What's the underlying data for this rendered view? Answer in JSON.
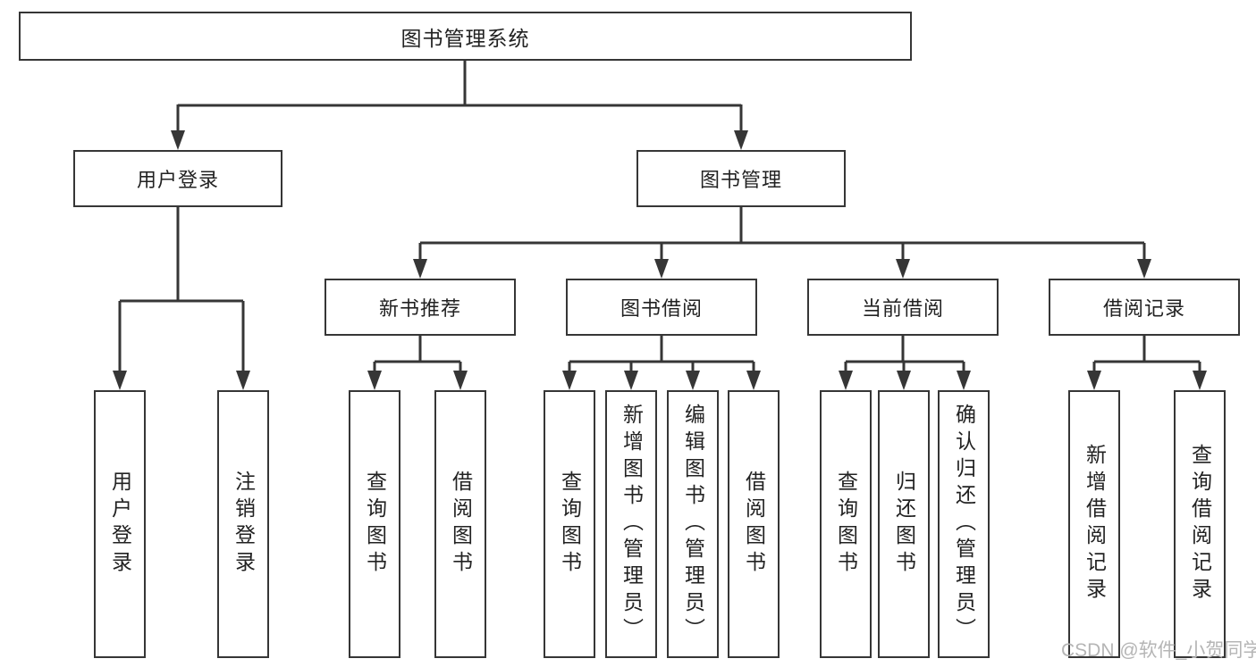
{
  "colors": {
    "line": "#363636",
    "box_border": "#363636",
    "box_background": "#ffffff",
    "text": "#222222",
    "watermark_text": "#b5b5b5",
    "page_background": "#ffffff"
  },
  "tree": {
    "root": "图书管理系统",
    "branches": [
      {
        "label": "用户登录",
        "children": [
          "用户登录",
          "注销登录"
        ]
      },
      {
        "label": "图书管理",
        "sections": [
          {
            "label": "新书推荐",
            "children": [
              "查询图书",
              "借阅图书"
            ]
          },
          {
            "label": "图书借阅",
            "children": [
              "查询图书",
              "新增图书（管理员）",
              "编辑图书（管理员）",
              "借阅图书"
            ]
          },
          {
            "label": "当前借阅",
            "children": [
              "查询图书",
              "归还图书",
              "确认归还（管理员）"
            ]
          },
          {
            "label": "借阅记录",
            "children": [
              "新增借阅记录",
              "查询借阅记录"
            ]
          }
        ]
      }
    ]
  },
  "watermark": {
    "text": "CSDN @软件_小贺同学"
  }
}
